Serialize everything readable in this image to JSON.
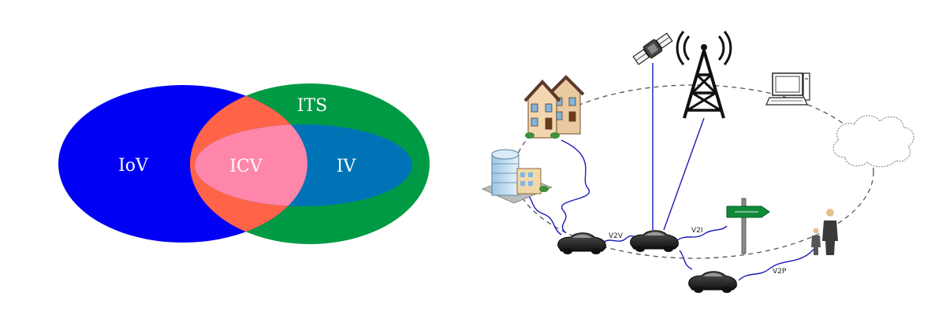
{
  "venn": {
    "label_itS": "ITS",
    "label_iov": "IoV",
    "label_icv": "ICV",
    "label_iv": "IV",
    "colors": {
      "its": "#009a44",
      "iov": "#0000f4",
      "overlap": "#ff6448",
      "icv": "#ff86ab",
      "iv": "#0073b6"
    }
  },
  "v2x": {
    "label_v2v": "V2V",
    "label_v2i": "V2I",
    "label_v2p": "V2P",
    "icons": [
      "satellite-icon",
      "cell-tower-icon",
      "computer-icon",
      "cloud-icon",
      "houses-icon",
      "office-building-icon",
      "road-sign-icon",
      "pedestrians-icon",
      "car-icon"
    ]
  }
}
